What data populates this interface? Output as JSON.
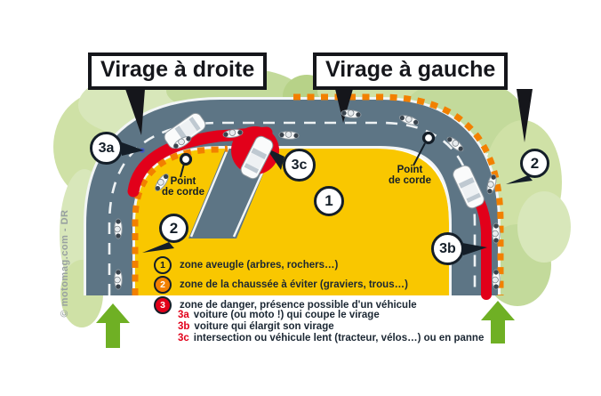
{
  "titles": {
    "right_turn": "Virage à droite",
    "left_turn": "Virage à gauche"
  },
  "watermark": "© motomag.com - DR",
  "labels": {
    "point_de_corde_left": {
      "line1": "Point",
      "line2": "de corde"
    },
    "point_de_corde_right": {
      "line1": "Point",
      "line2": "de corde"
    }
  },
  "callouts": {
    "zone1": "1",
    "zone2_left": "2",
    "zone2_right": "2",
    "zone3a": "3a",
    "zone3b": "3b",
    "zone3c": "3c"
  },
  "legend": {
    "items": [
      {
        "num": "1",
        "text": "zone aveugle (arbres, rochers…)",
        "color": "#f9c700"
      },
      {
        "num": "2",
        "text": "zone de la chaussée à éviter (graviers, trous…)",
        "color": "#f28000"
      },
      {
        "num": "3",
        "text": "zone de danger, présence possible d'un véhicule",
        "color": "#e2001a"
      }
    ],
    "sub_items": [
      {
        "num": "3a",
        "text": "voiture (ou moto !) qui coupe le virage"
      },
      {
        "num": "3b",
        "text": "voiture qui élargit son virage"
      },
      {
        "num": "3c",
        "text": "intersection ou véhicule lent (tracteur, vélos…) ou en panne"
      }
    ]
  },
  "colors": {
    "road_gray": "#5d7585",
    "blind_zone_yellow": "#f9c700",
    "avoid_zone_orange": "#f28000",
    "danger_red": "#e2001a",
    "arrow_green": "#6fb024",
    "vegetation_green": "#c3da9b",
    "outline_dark": "#141e28"
  }
}
